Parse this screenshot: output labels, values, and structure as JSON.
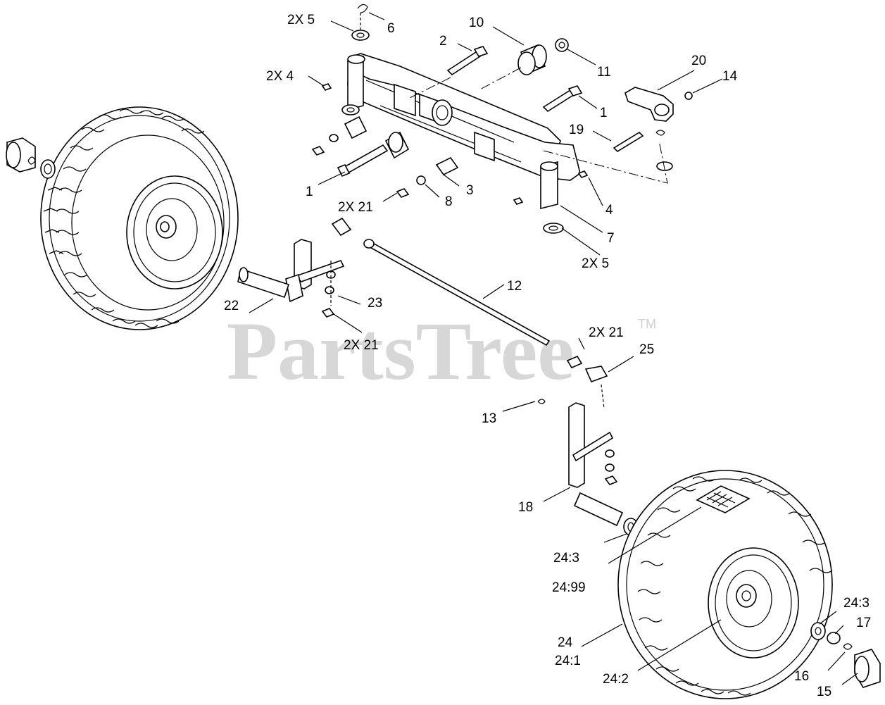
{
  "watermark": {
    "brand": "PartsTree",
    "trademark": "TM"
  },
  "callouts": [
    {
      "id": "c-5-top",
      "text": "2X  5"
    },
    {
      "id": "c-6",
      "text": "6"
    },
    {
      "id": "c-2",
      "text": "2"
    },
    {
      "id": "c-10",
      "text": "10"
    },
    {
      "id": "c-11",
      "text": "11"
    },
    {
      "id": "c-20",
      "text": "20"
    },
    {
      "id": "c-14",
      "text": "14"
    },
    {
      "id": "c-4-top",
      "text": "2X  4"
    },
    {
      "id": "c-1-right",
      "text": "1"
    },
    {
      "id": "c-19",
      "text": "19"
    },
    {
      "id": "c-1-left",
      "text": "1"
    },
    {
      "id": "c-3",
      "text": "3"
    },
    {
      "id": "c-21-a",
      "text": "2X  21"
    },
    {
      "id": "c-8",
      "text": "8"
    },
    {
      "id": "c-4-right",
      "text": "4"
    },
    {
      "id": "c-7",
      "text": "7"
    },
    {
      "id": "c-5-bottom",
      "text": "2X  5"
    },
    {
      "id": "c-12",
      "text": "12"
    },
    {
      "id": "c-23",
      "text": "23"
    },
    {
      "id": "c-22",
      "text": "22"
    },
    {
      "id": "c-21-b",
      "text": "2X  21"
    },
    {
      "id": "c-21-c",
      "text": "2X  21"
    },
    {
      "id": "c-25",
      "text": "25"
    },
    {
      "id": "c-13",
      "text": "13"
    },
    {
      "id": "c-18",
      "text": "18"
    },
    {
      "id": "c-24-3-a",
      "text": "24:3"
    },
    {
      "id": "c-24-99",
      "text": "24:99"
    },
    {
      "id": "c-24-3-b",
      "text": "24:3"
    },
    {
      "id": "c-17",
      "text": "17"
    },
    {
      "id": "c-24",
      "text": "24"
    },
    {
      "id": "c-24-1",
      "text": "24:1"
    },
    {
      "id": "c-24-2",
      "text": "24:2"
    },
    {
      "id": "c-16",
      "text": "16"
    },
    {
      "id": "c-15",
      "text": "15"
    }
  ]
}
